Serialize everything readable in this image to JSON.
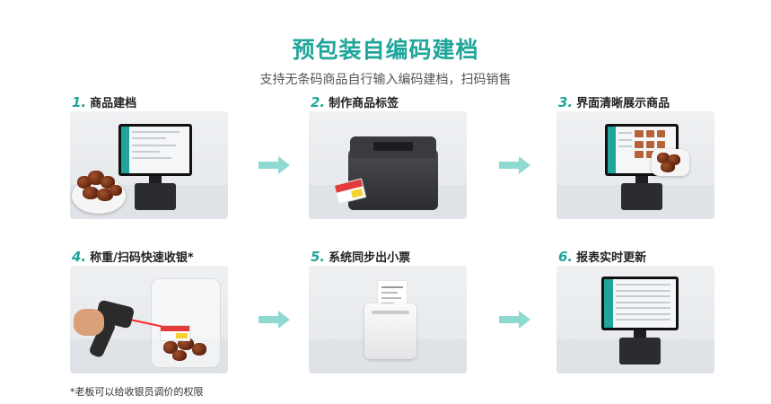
{
  "header": {
    "title": "预包装自编码建档",
    "subtitle": "支持无条码商品自行输入编码建档，扫码销售"
  },
  "steps": [
    {
      "num": "1.",
      "label": "商品建档"
    },
    {
      "num": "2.",
      "label": "制作商品标签"
    },
    {
      "num": "3.",
      "label": "界面清晰展示商品"
    },
    {
      "num": "4.",
      "label": "称重/扫码快速收银*"
    },
    {
      "num": "5.",
      "label": "系统同步出小票"
    },
    {
      "num": "6.",
      "label": "报表实时更新"
    }
  ],
  "footnote": "*老板可以给收银员调价的权限",
  "colors": {
    "accent": "#1fa59a",
    "arrow": "#8fd9d3"
  },
  "icons": {
    "arrow": "arrow-right-icon"
  }
}
